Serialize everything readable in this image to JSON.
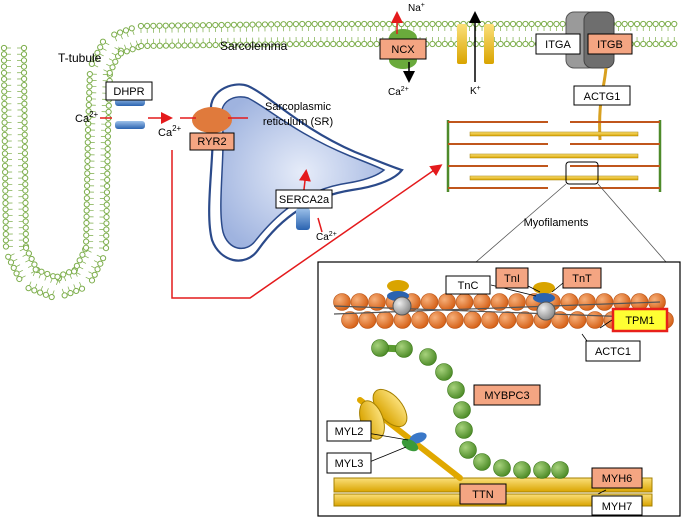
{
  "labels": {
    "t_tubule": "T-tubule",
    "sarcolemma": "Sarcolemma",
    "sr_line1": "Sarcoplasmic",
    "sr_line2": "reticulum (SR)",
    "myofilaments": "Myofilaments",
    "na": "Na",
    "ca": "Ca",
    "k": "K",
    "ca_charge": "2+",
    "mono_charge": "+"
  },
  "boxes": {
    "dhpr": "DHPR",
    "ryr2": "RYR2",
    "serca2a": "SERCA2a",
    "ncx": "NCX",
    "itga": "ITGA",
    "itgb": "ITGB",
    "actg1": "ACTG1",
    "tnc": "TnC",
    "tni": "TnI",
    "tnt": "TnT",
    "tpm1": "TPM1",
    "actc1": "ACTC1",
    "mybpc3": "MYBPC3",
    "myl2": "MYL2",
    "myl3": "MYL3",
    "ttn": "TTN",
    "myh6": "MYH6",
    "myh7": "MYH7"
  },
  "colors": {
    "membrane": "#7cad4a",
    "gene_highlight": "#f4a582",
    "tpm1_fill": "#ffff33",
    "tpm1_border": "#e8201a",
    "arrow_red": "#e41a1c",
    "sr_fill": "#b8c8ea",
    "sr_border": "#2b4a8a",
    "actin_bead": "#e8742a",
    "myosin_green": "#6aaa3c",
    "thick_filament": "#f0c020"
  }
}
